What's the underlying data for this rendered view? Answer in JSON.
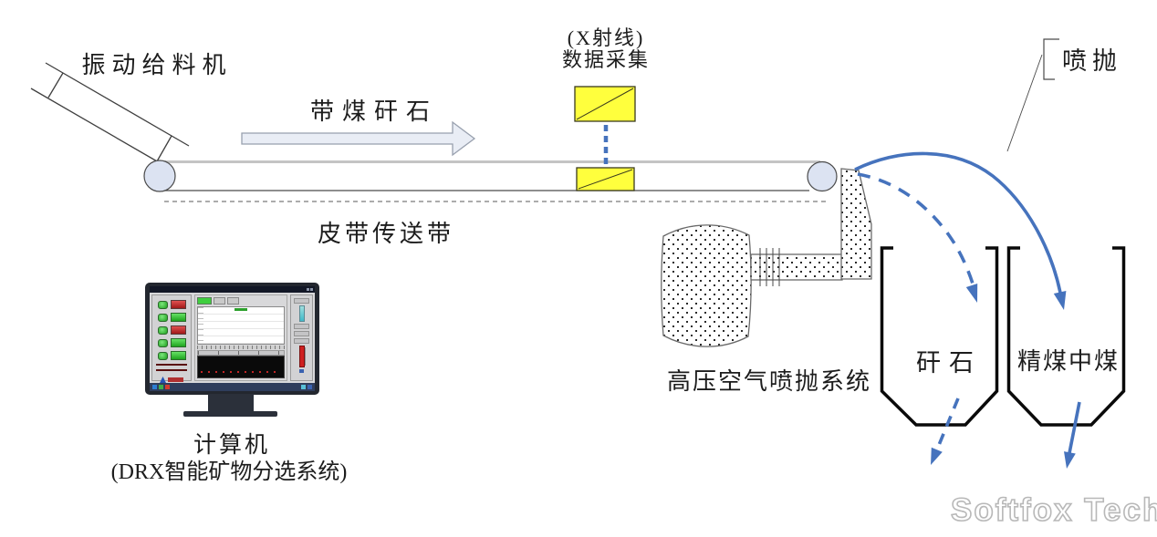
{
  "diagram": {
    "feeder_label": "振动给料机",
    "material_label": "带煤矸石",
    "belt_label": "皮带传送带",
    "xray_label_line1": "(X射线)",
    "xray_label_line2": "数据采集",
    "spray_label": "喷抛",
    "air_system_label": "高压空气喷抛系统",
    "bin1_label": "矸石",
    "bin2_label": "精煤中煤",
    "computer_label": "计算机",
    "computer_sublabel": "(DRX智能矿物分选系统)",
    "icons": {
      "computer-monitor": "monitor showing DRX sorting software screenshot",
      "xray-sensor": "yellow box with diagonal slash",
      "air-tank": "stippled pressure tank",
      "spray-nozzle": "stippled nozzle column"
    },
    "colors": {
      "flow_blue": "#4673bd",
      "sensor_yellow": "#ffff3d",
      "belt_gray": "#c4c4c4",
      "bin_black": "#0a0a0a"
    }
  },
  "watermark": "Softfox Tech"
}
